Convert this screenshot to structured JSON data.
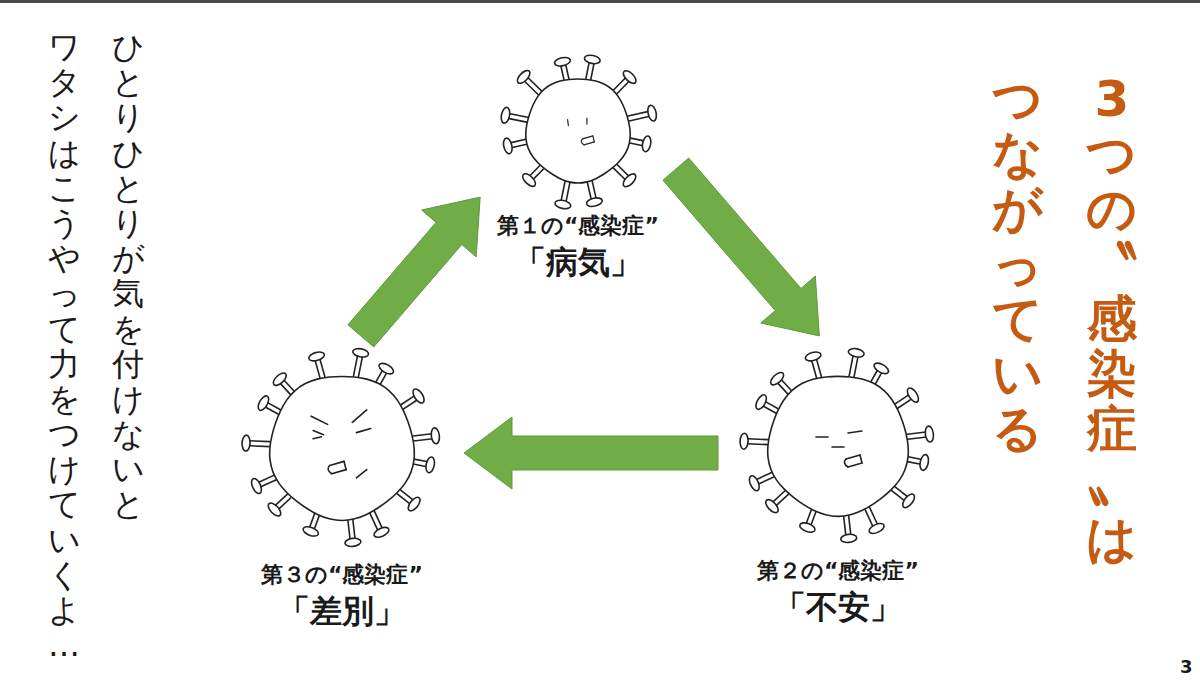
{
  "diagram": {
    "title": "3つの〝感染症〟は つながっている",
    "nodes": [
      {
        "text": [
          "第１の“感染症”",
          "「病気」"
        ]
      },
      {
        "text": [
          "第２の“感染症”",
          "「不安」"
        ]
      },
      {
        "text": [
          "第３の“感染症”",
          "「差別」"
        ]
      }
    ],
    "edges": [
      {
        "from": 0,
        "to": 1,
        "arrow": "to"
      },
      {
        "from": 1,
        "to": 2,
        "arrow": "to"
      },
      {
        "from": 2,
        "to": 0,
        "arrow": "to"
      }
    ],
    "labels": [
      "ひとりひとりが気を付けないと",
      "ワタシはこうやって力をつけていくよ…",
      "3"
    ]
  }
}
